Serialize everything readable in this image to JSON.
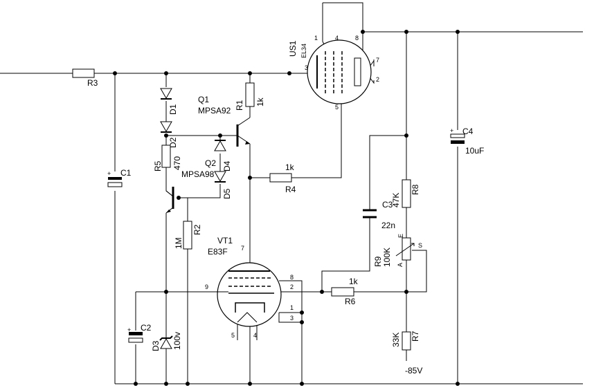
{
  "components": {
    "R1": {
      "ref": "R1",
      "value": "1k"
    },
    "R2": {
      "ref": "R2",
      "value": "1M"
    },
    "R3": {
      "ref": "R3"
    },
    "R4": {
      "ref": "R4",
      "value": "1k"
    },
    "R5": {
      "ref": "R5",
      "value": "470"
    },
    "R6": {
      "ref": "R6",
      "value": "1k"
    },
    "R7": {
      "ref": "R7",
      "value": "33K"
    },
    "R8": {
      "ref": "R8",
      "value": "47K"
    },
    "R9": {
      "ref": "R9",
      "value": "100K",
      "pin_a": "A",
      "pin_e": "E",
      "pin_s": "S"
    },
    "C1": {
      "ref": "C1"
    },
    "C2": {
      "ref": "C2"
    },
    "C3": {
      "ref": "C3",
      "value": "22n"
    },
    "C4": {
      "ref": "C4",
      "value": "10uF"
    },
    "D1": {
      "ref": "D1"
    },
    "D2": {
      "ref": "D2"
    },
    "D3": {
      "ref": "D3",
      "value": "100v"
    },
    "D4": {
      "ref": "D4"
    },
    "D5": {
      "ref": "D5"
    },
    "Q1": {
      "ref": "Q1",
      "part": "MPSA92"
    },
    "Q2": {
      "ref": "Q2",
      "part": "MPSA98"
    },
    "US1": {
      "ref": "US1",
      "part": "EL34",
      "pins": [
        "1",
        "4",
        "8",
        "3",
        "7",
        "2",
        "5"
      ]
    },
    "VT1": {
      "ref": "VT1",
      "part": "E83F",
      "pins": [
        "7",
        "8",
        "2",
        "9",
        "1",
        "3",
        "5",
        "4"
      ]
    }
  },
  "supply": {
    "label": "-85V"
  },
  "cap_plus": "+"
}
